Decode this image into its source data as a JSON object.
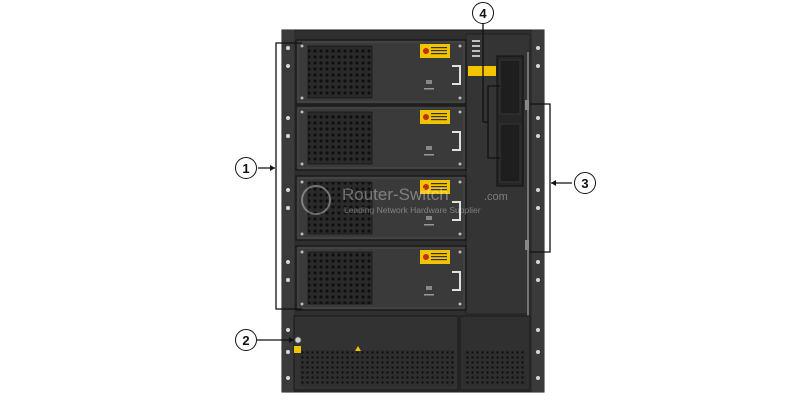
{
  "callouts": [
    {
      "id": "1",
      "label": "1",
      "target": "power-module-group"
    },
    {
      "id": "2",
      "label": "2",
      "target": "esd-jack"
    },
    {
      "id": "3",
      "label": "3",
      "target": "guide-rail"
    },
    {
      "id": "4",
      "label": "4",
      "target": "cable-tray"
    }
  ],
  "watermark": {
    "title": "Router-Switch",
    "domain": ".com",
    "tagline": "Leading Network Hardware Supplier"
  },
  "colors": {
    "chassis": "#2c2c2c",
    "module": "#3a3a3a",
    "warning_label": "#f2c400",
    "callout_line": "#111111"
  },
  "icons": {
    "fan": "fan-grille-icon",
    "warning": "warning-label-icon",
    "handle": "handle-icon"
  }
}
